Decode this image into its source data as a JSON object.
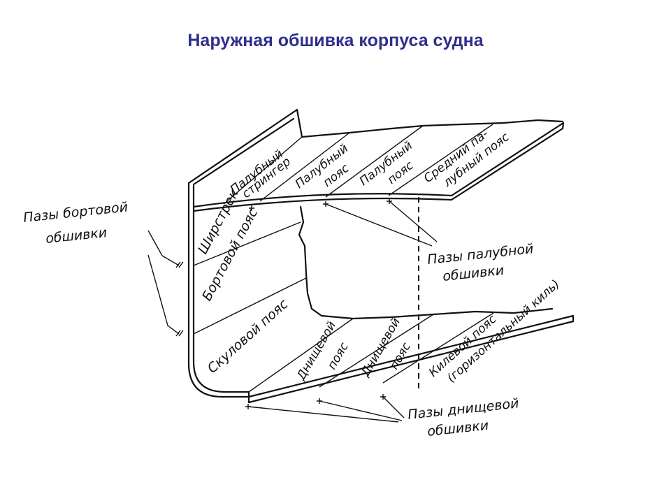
{
  "title": "Наружная обшивка корпуса судна",
  "labels": {
    "palubny_stringer_1": "Палубный",
    "palubny_stringer_2": "стрингер",
    "palubny_poyas_a_1": "Палубный",
    "palubny_poyas_a_2": "пояс",
    "palubny_poyas_b_1": "Палубный",
    "palubny_poyas_b_2": "пояс",
    "sredny_1": "Средний па-",
    "sredny_2": "лубный пояс",
    "shirstrek": "Ширстрек",
    "bortovoy_poyas": "Бортовой пояс",
    "skulovoy_poyas": "Скуловой пояс",
    "dnishchevoy_a_1": "Днищевой",
    "dnishchevoy_a_2": "пояс",
    "dnishchevoy_b_1": "Днищевой",
    "dnishchevoy_b_2": "пояс",
    "kilevoy_1": "Килевой пояс",
    "kilevoy_2": "(горизонтальный киль)",
    "pazy_bortovoy_1": "Пазы бортовой",
    "pazy_bortovoy_2": "обшивки",
    "pazy_palubnoy_1": "Пазы палубной",
    "pazy_palubnoy_2": "обшивки",
    "pazy_dnishchevoy_1": "Пазы днищевой",
    "pazy_dnishchevoy_2": "обшивки"
  }
}
